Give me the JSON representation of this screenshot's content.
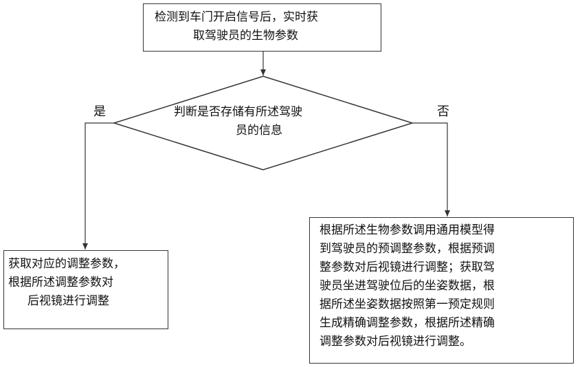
{
  "start": {
    "lines": [
      "检测到车门开启信号后，实时获",
      "取驾驶员的生物参数"
    ]
  },
  "decision": {
    "lines": [
      "判断是否存储有所述驾驶",
      "员的信息"
    ]
  },
  "branch_yes": {
    "label": "是"
  },
  "branch_no": {
    "label": "否"
  },
  "yes_box": {
    "lines": [
      "获取对应的调整参数，",
      "根据所述调整参数对",
      "后视镜进行调整"
    ]
  },
  "no_box": {
    "lines": [
      "根据所述生物参数调用通用模型得",
      "到驾驶员的预调整参数，根据预调",
      "整参数对后视镜进行调整；获取驾",
      "驶员坐进驾驶位后的坐姿数据，根",
      "据所述坐姿数据按照第一预定规则",
      "生成精确调整参数，根据所述精确",
      "调整参数对后视镜进行调整。"
    ]
  }
}
